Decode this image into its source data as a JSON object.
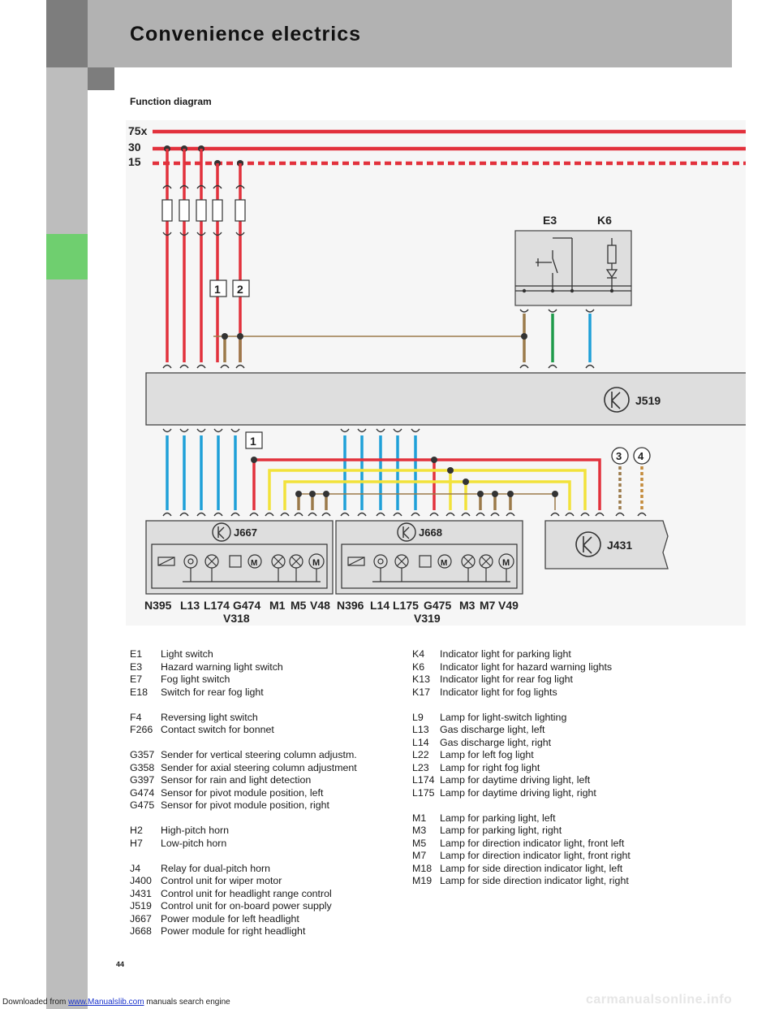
{
  "header": {
    "title": "Convenience electrics"
  },
  "section": {
    "label": "Function diagram"
  },
  "diagram": {
    "rails": [
      "75x",
      "30",
      "15"
    ],
    "connectors": [
      "1",
      "2",
      "1",
      "3",
      "4"
    ],
    "modules": [
      "E3",
      "K6",
      "J519",
      "J667",
      "J668",
      "J431"
    ],
    "bottom_labels": [
      "N395",
      "L13",
      "L174",
      "G474",
      "M1",
      "M5",
      "V48",
      "N396",
      "L14",
      "L175",
      "G475",
      "M3",
      "M7",
      "V49"
    ],
    "sub_labels": [
      "V318",
      "V319"
    ],
    "colors": {
      "red": "#e2313c",
      "blue": "#1fa0d8",
      "yellow": "#f2e23a",
      "brown": "#9b7a4a",
      "green": "#1e9a4a",
      "module_bg": "#dedede"
    },
    "symbols": {
      "motor": "M"
    }
  },
  "legend_left": [
    {
      "code": "E1",
      "text": "Light switch"
    },
    {
      "code": "E3",
      "text": "Hazard warning light switch"
    },
    {
      "code": "E7",
      "text": "Fog light switch"
    },
    {
      "code": "E18",
      "text": "Switch for rear fog light"
    },
    {
      "code": "",
      "text": ""
    },
    {
      "code": "F4",
      "text": "Reversing light switch"
    },
    {
      "code": "F266",
      "text": "Contact switch for bonnet"
    },
    {
      "code": "",
      "text": ""
    },
    {
      "code": "G357",
      "text": "Sender for vertical steering column adjustm."
    },
    {
      "code": "G358",
      "text": "Sender for axial steering column adjustment"
    },
    {
      "code": "G397",
      "text": "Sensor for rain and light detection"
    },
    {
      "code": "G474",
      "text": "Sensor for pivot module position, left"
    },
    {
      "code": "G475",
      "text": "Sensor for pivot module position, right"
    },
    {
      "code": "",
      "text": ""
    },
    {
      "code": "H2",
      "text": "High-pitch horn"
    },
    {
      "code": "H7",
      "text": "Low-pitch horn"
    },
    {
      "code": "",
      "text": ""
    },
    {
      "code": "J4",
      "text": "Relay for dual-pitch horn"
    },
    {
      "code": "J400",
      "text": "Control unit for wiper motor"
    },
    {
      "code": "J431",
      "text": "Control unit for headlight range control"
    },
    {
      "code": "J519",
      "text": "Control unit for on-board power supply"
    },
    {
      "code": "J667",
      "text": "Power module for left headlight"
    },
    {
      "code": "J668",
      "text": "Power module for right headlight"
    }
  ],
  "legend_right": [
    {
      "code": "K4",
      "text": "Indicator light for parking light"
    },
    {
      "code": "K6",
      "text": "Indicator light for hazard warning lights"
    },
    {
      "code": "K13",
      "text": "Indicator light for rear fog light"
    },
    {
      "code": "K17",
      "text": "Indicator light for fog lights"
    },
    {
      "code": "",
      "text": ""
    },
    {
      "code": "L9",
      "text": "Lamp for light-switch lighting"
    },
    {
      "code": "L13",
      "text": "Gas discharge light, left"
    },
    {
      "code": "L14",
      "text": "Gas discharge light, right"
    },
    {
      "code": "L22",
      "text": "Lamp for left fog light"
    },
    {
      "code": "L23",
      "text": "Lamp for right fog light"
    },
    {
      "code": "L174",
      "text": "Lamp for daytime driving light, left"
    },
    {
      "code": "L175",
      "text": "Lamp for daytime driving light, right"
    },
    {
      "code": "",
      "text": ""
    },
    {
      "code": "M1",
      "text": "Lamp for parking light, left"
    },
    {
      "code": "M3",
      "text": "Lamp for parking light, right"
    },
    {
      "code": "M5",
      "text": "Lamp for direction indicator light, front left"
    },
    {
      "code": "M7",
      "text": "Lamp for direction indicator light, front right"
    },
    {
      "code": "M18",
      "text": "Lamp for side direction indicator light, left"
    },
    {
      "code": "M19",
      "text": "Lamp for side direction indicator light, right"
    }
  ],
  "page_number": "44",
  "footer": {
    "prefix": "Downloaded from ",
    "link": "www.Manualslib.com",
    "suffix": " manuals search engine",
    "watermark": "carmanualsonline.info"
  }
}
